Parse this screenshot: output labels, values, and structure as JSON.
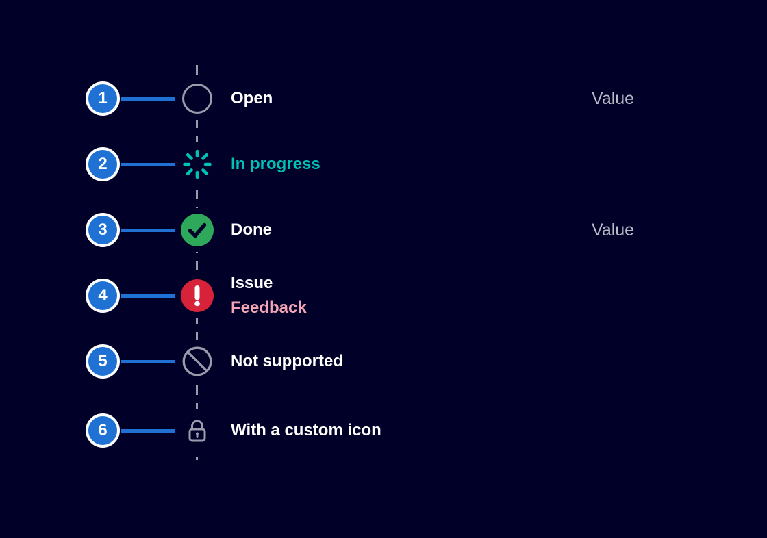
{
  "page": {
    "background_color": "#000028",
    "component": "workflow-steps-timeline"
  },
  "colors": {
    "annotation_blue": "#1f72d4",
    "timeline_gray": "#9b9bac",
    "progress_teal": "#00c1b6",
    "success_green": "#2ea95c",
    "alarm_red": "#d6233a",
    "feedback_pink": "#f2a5b4",
    "label_white": "#ffffff",
    "value_gray": "#babac8"
  },
  "timeline": {
    "rows": [
      {
        "number": "1",
        "icon": "open-circle-icon",
        "label": "Open",
        "value": "Value"
      },
      {
        "number": "2",
        "icon": "spinner-icon",
        "label": "In progress",
        "value": ""
      },
      {
        "number": "3",
        "icon": "check-circle-icon",
        "label": "Done",
        "value": "Value"
      },
      {
        "number": "4",
        "icon": "alert-circle-icon",
        "label": "Issue",
        "sublabel": "Feedback",
        "value": ""
      },
      {
        "number": "5",
        "icon": "prohibited-icon",
        "label": "Not supported",
        "value": ""
      },
      {
        "number": "6",
        "icon": "lock-icon",
        "label": "With a custom icon",
        "value": ""
      }
    ]
  }
}
